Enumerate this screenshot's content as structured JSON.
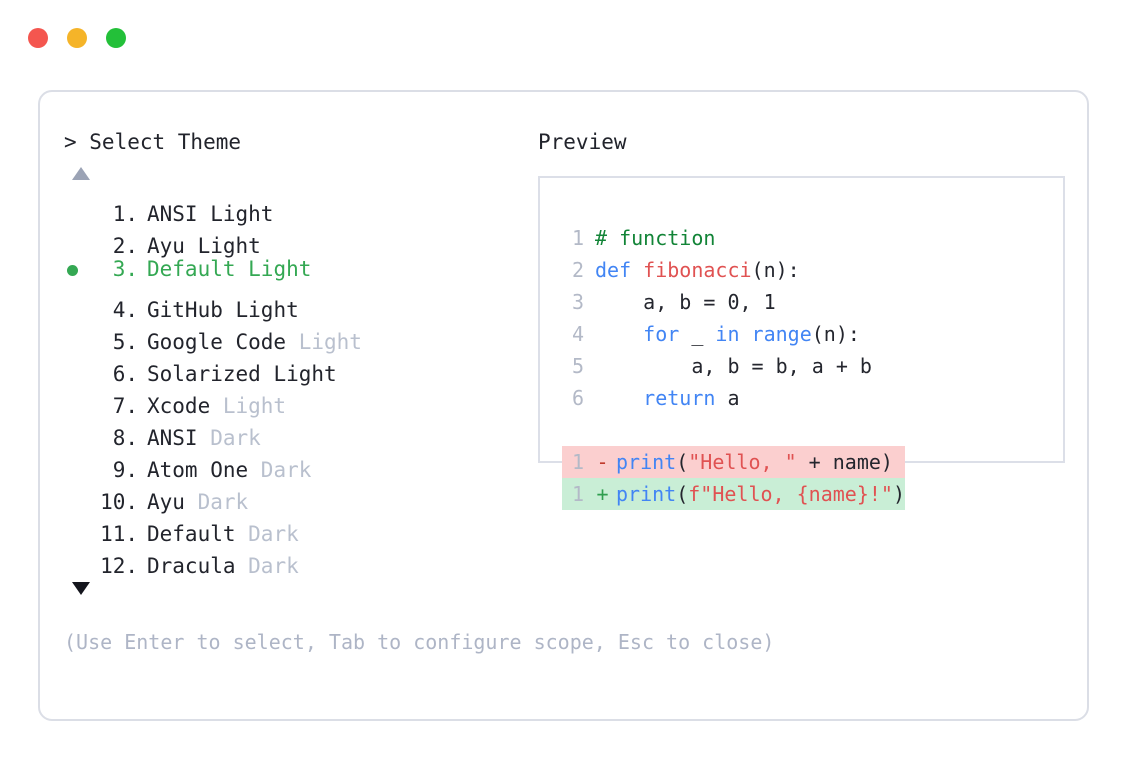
{
  "window": {
    "dots": [
      {
        "name": "close-dot",
        "color": "#f4564f"
      },
      {
        "name": "minimize-dot",
        "color": "#f5b429"
      },
      {
        "name": "maximize-dot",
        "color": "#23c039"
      }
    ]
  },
  "prompt": {
    "heading": "> Select Theme",
    "scroll_up_icon": "triangle-up-icon",
    "scroll_down_icon": "triangle-down-icon",
    "hint": "(Use Enter to select, Tab to configure scope, Esc to close)"
  },
  "theme_list": {
    "selected_index": 3,
    "selected_bullet": "●",
    "items": [
      {
        "number": "1.",
        "name": "ANSI",
        "variant": "Light",
        "selected": false,
        "dim_variant": false
      },
      {
        "number": "2.",
        "name": "Ayu",
        "variant": "Light",
        "selected": false,
        "dim_variant": false
      },
      {
        "number": "3.",
        "name": "Default",
        "variant": "Light",
        "selected": true,
        "dim_variant": false
      },
      {
        "number": "4.",
        "name": "GitHub",
        "variant": "Light",
        "selected": false,
        "dim_variant": false
      },
      {
        "number": "5.",
        "name": "Google Code",
        "variant": "Light",
        "selected": false,
        "dim_variant": true
      },
      {
        "number": "6.",
        "name": "Solarized",
        "variant": "Light",
        "selected": false,
        "dim_variant": false
      },
      {
        "number": "7.",
        "name": "Xcode",
        "variant": "Light",
        "selected": false,
        "dim_variant": true
      },
      {
        "number": "8.",
        "name": "ANSI",
        "variant": "Dark",
        "selected": false,
        "dim_variant": true
      },
      {
        "number": "9.",
        "name": "Atom One",
        "variant": "Dark",
        "selected": false,
        "dim_variant": true
      },
      {
        "number": "10.",
        "name": "Ayu",
        "variant": "Dark",
        "selected": false,
        "dim_variant": true
      },
      {
        "number": "11.",
        "name": "Default",
        "variant": "Dark",
        "selected": false,
        "dim_variant": true
      },
      {
        "number": "12.",
        "name": "Dracula",
        "variant": "Dark",
        "selected": false,
        "dim_variant": true
      }
    ]
  },
  "preview": {
    "heading": "Preview",
    "code_lines": [
      {
        "n": "1",
        "tokens": [
          {
            "t": "# function",
            "c": "comment"
          }
        ]
      },
      {
        "n": "2",
        "tokens": [
          {
            "t": "def ",
            "c": "kw"
          },
          {
            "t": "fibonacci",
            "c": "fn"
          },
          {
            "t": "(n):",
            "c": "plain"
          }
        ]
      },
      {
        "n": "3",
        "tokens": [
          {
            "t": "    a, b = 0, 1",
            "c": "plain"
          }
        ]
      },
      {
        "n": "4",
        "tokens": [
          {
            "t": "    ",
            "c": "plain"
          },
          {
            "t": "for",
            "c": "kw"
          },
          {
            "t": " _ ",
            "c": "plain"
          },
          {
            "t": "in range",
            "c": "kw"
          },
          {
            "t": "(n):",
            "c": "plain"
          }
        ]
      },
      {
        "n": "5",
        "tokens": [
          {
            "t": "        a, b = b, a + b",
            "c": "plain"
          }
        ]
      },
      {
        "n": "6",
        "tokens": [
          {
            "t": "    ",
            "c": "plain"
          },
          {
            "t": "return",
            "c": "kw"
          },
          {
            "t": " a",
            "c": "plain"
          }
        ]
      }
    ],
    "diff_lines": [
      {
        "n": "1",
        "sign": "-",
        "kind": "del",
        "tokens": [
          {
            "t": "print",
            "c": "kw"
          },
          {
            "t": "(",
            "c": "plain"
          },
          {
            "t": "\"Hello, \"",
            "c": "str"
          },
          {
            "t": " + name)",
            "c": "plain"
          }
        ]
      },
      {
        "n": "1",
        "sign": "+",
        "kind": "add",
        "tokens": [
          {
            "t": "print",
            "c": "kw"
          },
          {
            "t": "(",
            "c": "plain"
          },
          {
            "t": "f\"Hello, {name}!\"",
            "c": "str"
          },
          {
            "t": ")",
            "c": "plain"
          }
        ]
      }
    ]
  },
  "colors": {
    "accent_selected": "#34a853",
    "dim_text": "#b9c0ce",
    "border": "#dbdee6",
    "diff_del_bg": "#fbcfcf",
    "diff_add_bg": "#c9eed6",
    "comment": "#128437",
    "keyword": "#4285f4",
    "function": "#e05252",
    "string": "#e05252"
  }
}
